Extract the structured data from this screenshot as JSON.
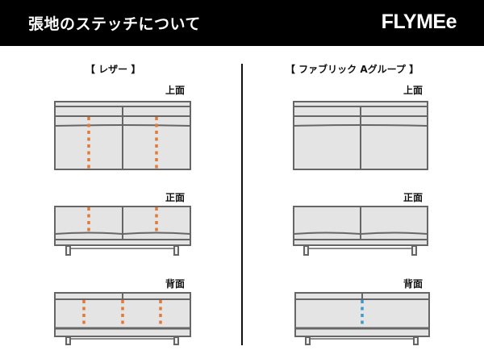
{
  "header": {
    "title": "張地のステッチについて",
    "brand": "FLYMEe"
  },
  "colors": {
    "header_bg": "#000000",
    "sofa_fill": "#e4e4e4",
    "sofa_stroke": "#666666",
    "stitch_leather": "#e07a3a",
    "stitch_fabric": "#3a9ad0"
  },
  "columns": [
    {
      "title": "【 レザー 】",
      "views": [
        {
          "label": "上面",
          "stitch_color": "orange",
          "stitch_count": 2
        },
        {
          "label": "正面",
          "stitch_color": "orange",
          "stitch_count": 2
        },
        {
          "label": "背面",
          "stitch_color": "orange",
          "stitch_count": 3
        }
      ]
    },
    {
      "title": "【 ファブリック Aグループ 】",
      "views": [
        {
          "label": "上面",
          "stitch_color": "none",
          "stitch_count": 0
        },
        {
          "label": "正面",
          "stitch_color": "none",
          "stitch_count": 0
        },
        {
          "label": "背面",
          "stitch_color": "blue",
          "stitch_count": 1
        }
      ]
    }
  ]
}
